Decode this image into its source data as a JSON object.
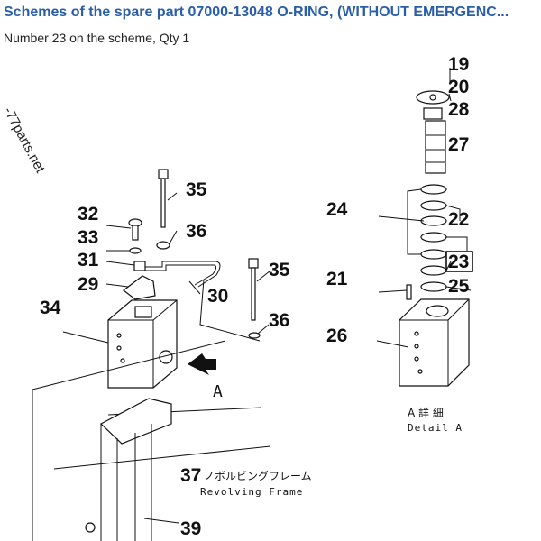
{
  "header": {
    "title": "Schemes of the spare part 07000-13048 O-RING, (WITHOUT EMERGENC...",
    "subtitle": "Number 23 on the scheme, Qty 1"
  },
  "diagram": {
    "watermark": "-77parts.net",
    "highlighted_callout": "23",
    "callouts": [
      "19",
      "20",
      "28",
      "27",
      "24",
      "22",
      "23",
      "25",
      "21",
      "26",
      "35",
      "32",
      "36",
      "33",
      "31",
      "29",
      "30",
      "34",
      "35",
      "36",
      "37",
      "39"
    ],
    "arrow_label": "A",
    "detail_label_jp": "A 詳 細",
    "detail_label_en": "Detail A",
    "frame_label_jp": "ノボルビングフレーム",
    "frame_label_en": "Revolving Frame"
  }
}
